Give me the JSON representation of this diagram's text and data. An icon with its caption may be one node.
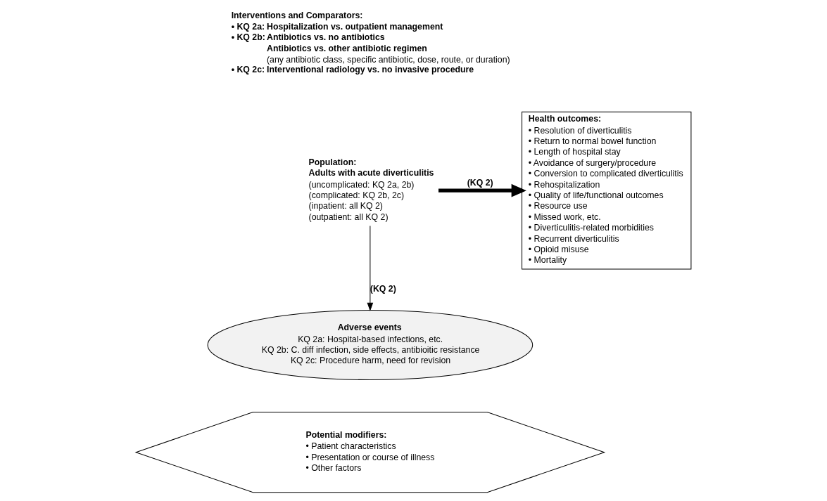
{
  "diagram": {
    "nodes": [
      {
        "text": [
          "Population:",
          "Adults with acute diverticulitis",
          "(uncomplicated: KQ 2a, 2b)",
          "(complicated: KQ 2b, 2c)",
          "(inpatient: all KQ 2)",
          "(outpatient: all KQ 2)"
        ]
      },
      {
        "text": [
          "Health outcomes:",
          "• Resolution of diverticulitis",
          "• Return to normal bowel function",
          "• Length of hospital stay",
          "• Avoidance of surgery/procedure",
          "• Conversion to complicated diverticulitis",
          "• Rehospitalization",
          "• Quality of life/functional outcomes",
          "• Resource use",
          "• Missed work, etc.",
          "• Diverticulitis-related morbidities",
          "• Recurrent diverticulitis",
          "• Opioid misuse",
          "• Mortality"
        ]
      },
      {
        "text": [
          "Adverse events",
          "KQ 2a: Hospital-based infections, etc.",
          "KQ 2b: C. diff infection, side effects, antibioitic resistance",
          "KQ 2c: Procedure harm, need for revision"
        ]
      },
      {
        "text": [
          "Potential modifiers:",
          "• Patient characteristics",
          "• Presentation or course of illness",
          "• Other factors"
        ]
      }
    ],
    "edges": [
      {
        "from": 0,
        "to": 1,
        "arrow": "to",
        "label": "(KQ 2)",
        "style": "thick"
      },
      {
        "from": 0,
        "to": 2,
        "arrow": "to",
        "label": "(KQ 2)"
      }
    ],
    "labels": [
      "Interventions and Comparators:",
      "• KQ 2a:",
      "Hospitalization vs. outpatient management",
      "• KQ 2b:",
      "Antibiotics vs. no antibiotics",
      "Antibiotics vs. other antibiotic regimen",
      "(any antibiotic class, specific antibiotic, dose, route, or duration)",
      "• KQ 2c:",
      "Interventional radiology vs. no invasive procedure"
    ]
  }
}
